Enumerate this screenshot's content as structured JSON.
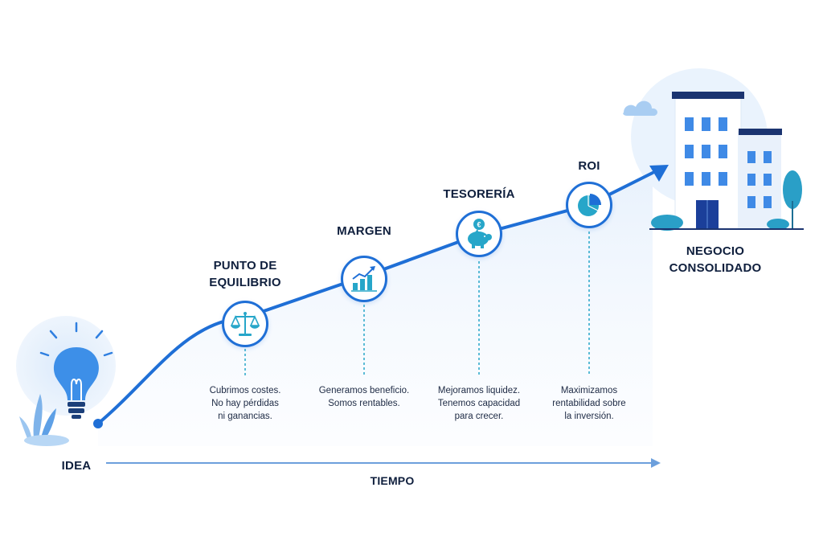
{
  "stages": {
    "start": {
      "label": "IDEA"
    },
    "breakeven": {
      "title_line1": "PUNTO DE",
      "title_line2": "EQUILIBRIO",
      "desc": "Cubrimos costes.\nNo hay pérdidas\nni ganancias.",
      "icon": "scale-icon"
    },
    "margin": {
      "title": "MARGEN",
      "desc": "Generamos beneficio.\nSomos rentables.",
      "icon": "bar-chart-growth-icon"
    },
    "treasury": {
      "title": "TESORERÍA",
      "desc": "Mejoramos liquidez.\nTenemos capacidad\npara crecer.",
      "icon": "piggy-bank-euro-icon"
    },
    "roi": {
      "title": "ROI",
      "desc": "Maximizamos\nrentabilidad sobre\nla inversión.",
      "icon": "pie-chart-icon"
    },
    "end": {
      "title_line1": "NEGOCIO",
      "title_line2": "CONSOLIDADO"
    }
  },
  "axis": {
    "label": "TIEMPO"
  },
  "colors": {
    "accent": "#1f6fd6",
    "dark": "#0f1f3d",
    "light": "#eaf3fd",
    "teal": "#27a6c9"
  }
}
